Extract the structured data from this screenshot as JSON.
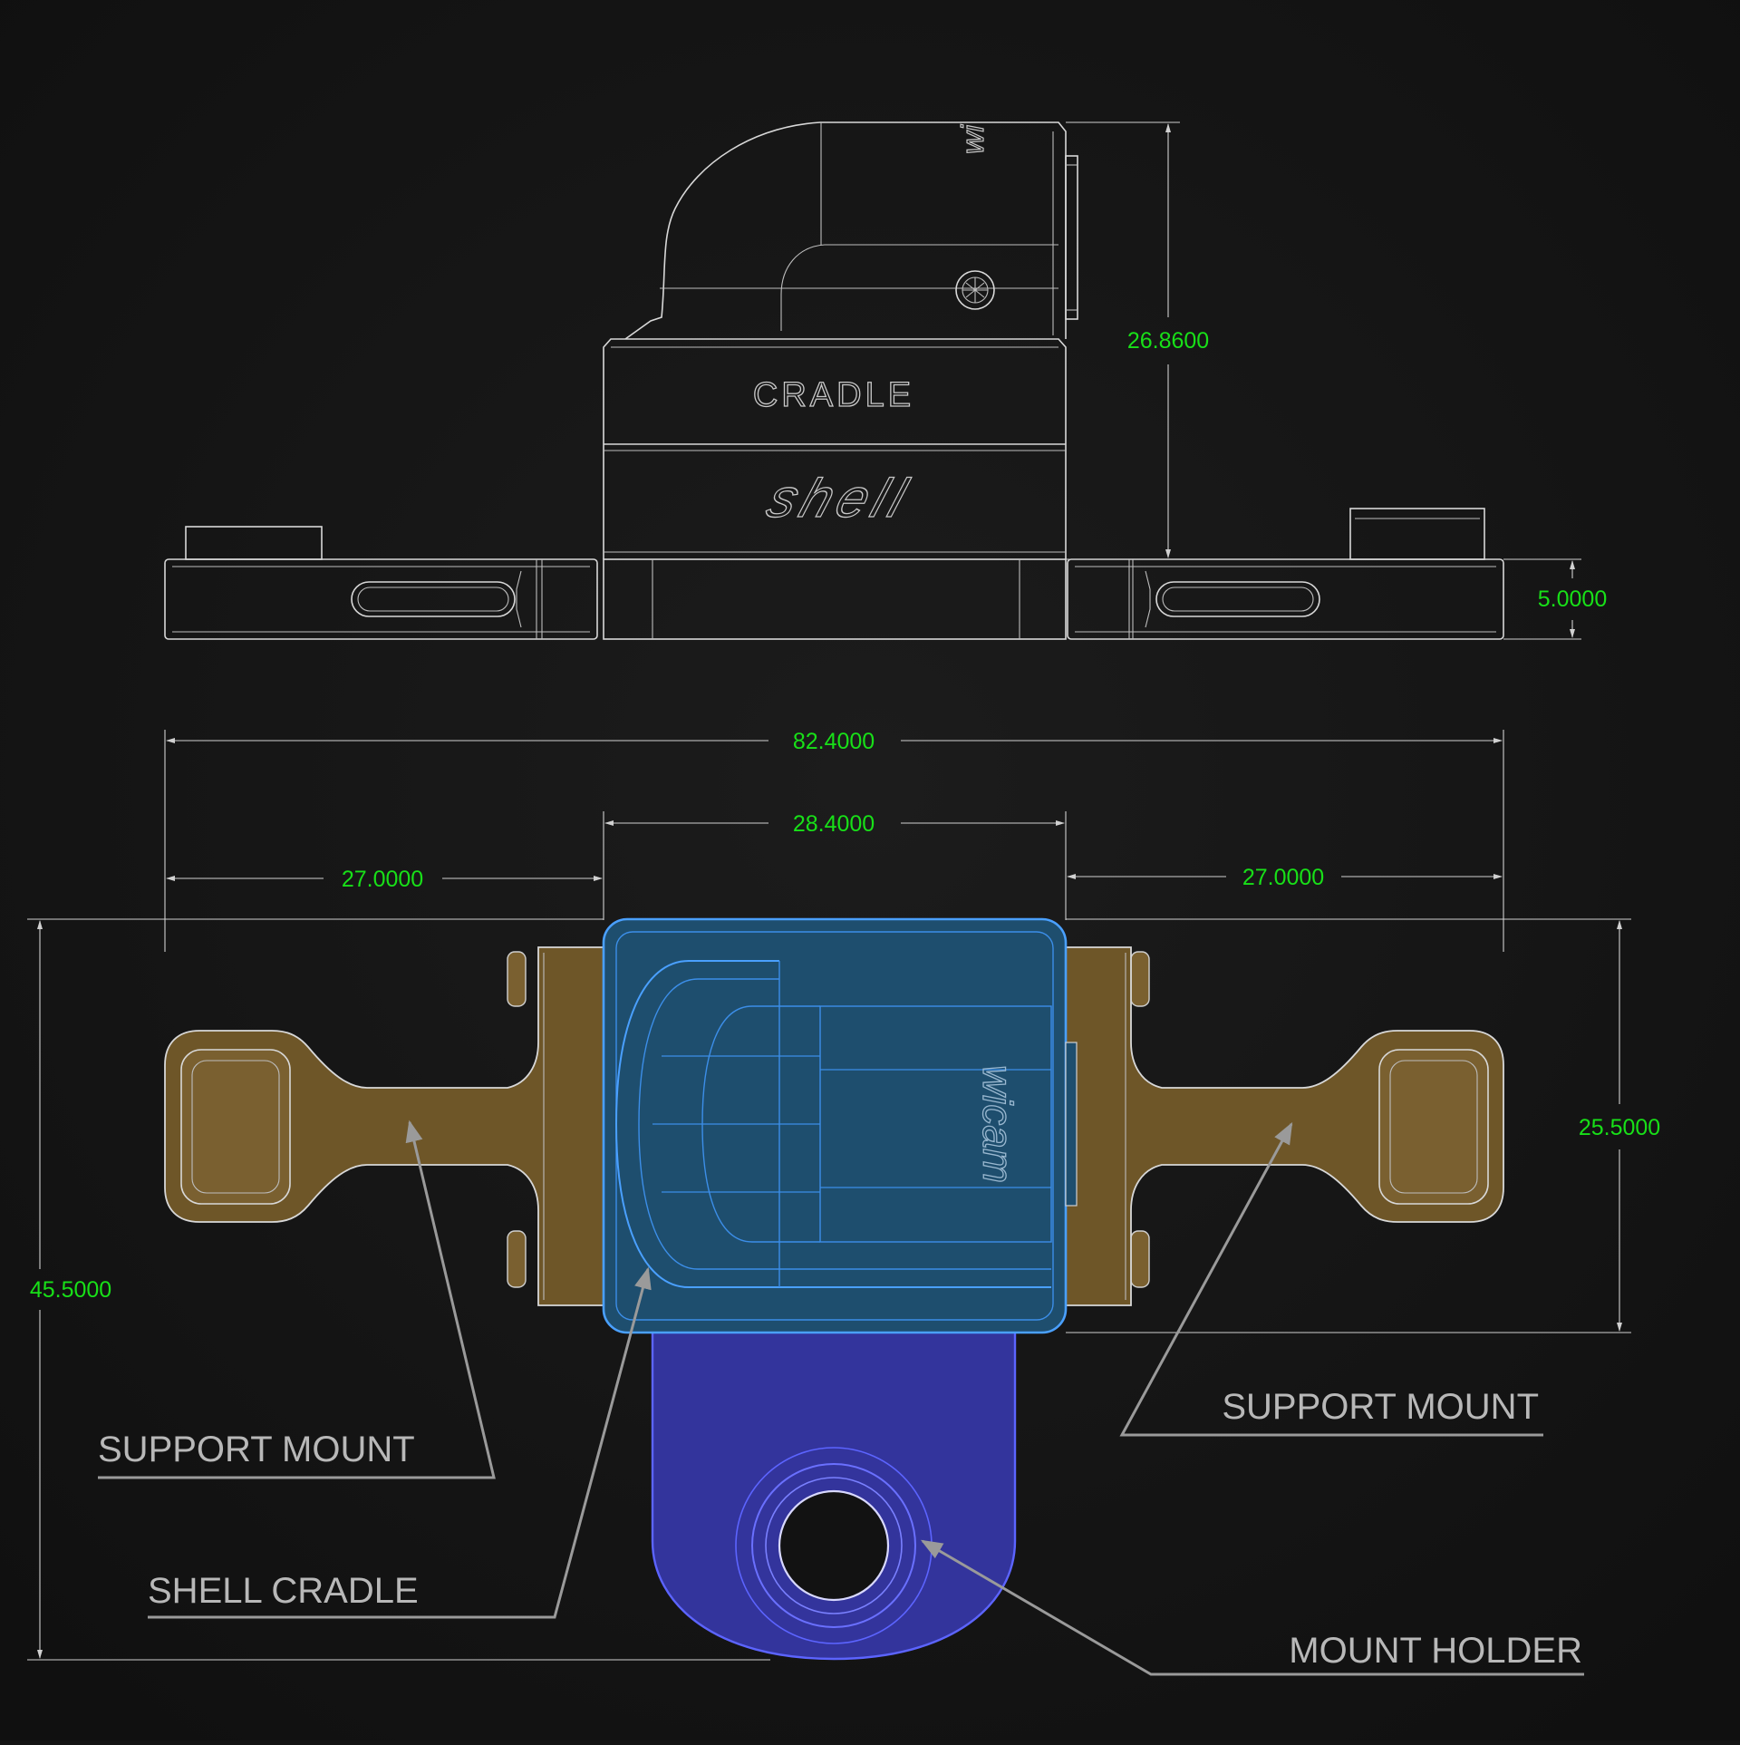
{
  "colors": {
    "background": "#141414",
    "dimension_text": "#18e018",
    "support_mount_fill": "#6e5628",
    "shell_cradle_fill": "#1e4e6e",
    "mount_holder_fill": "#33349c",
    "outline": "#d8d8d8",
    "callout_text": "#b8b8b8"
  },
  "side_view": {
    "housing_label": "CRADLE",
    "shell_label": "shell",
    "side_logo_text": "wi"
  },
  "top_view": {
    "brand_logo_text": "wicam"
  },
  "dimensions": {
    "total_height": "26.8600",
    "base_thickness": "5.0000",
    "overall_width": "82.4000",
    "cradle_width": "28.4000",
    "left_mount_width": "27.0000",
    "right_mount_width": "27.0000",
    "mount_depth": "25.5000",
    "overall_depth": "45.5000"
  },
  "callouts": {
    "support_mount_left": "SUPPORT MOUNT",
    "support_mount_right": "SUPPORT MOUNT",
    "shell_cradle": "SHELL CRADLE",
    "mount_holder": "MOUNT HOLDER"
  }
}
